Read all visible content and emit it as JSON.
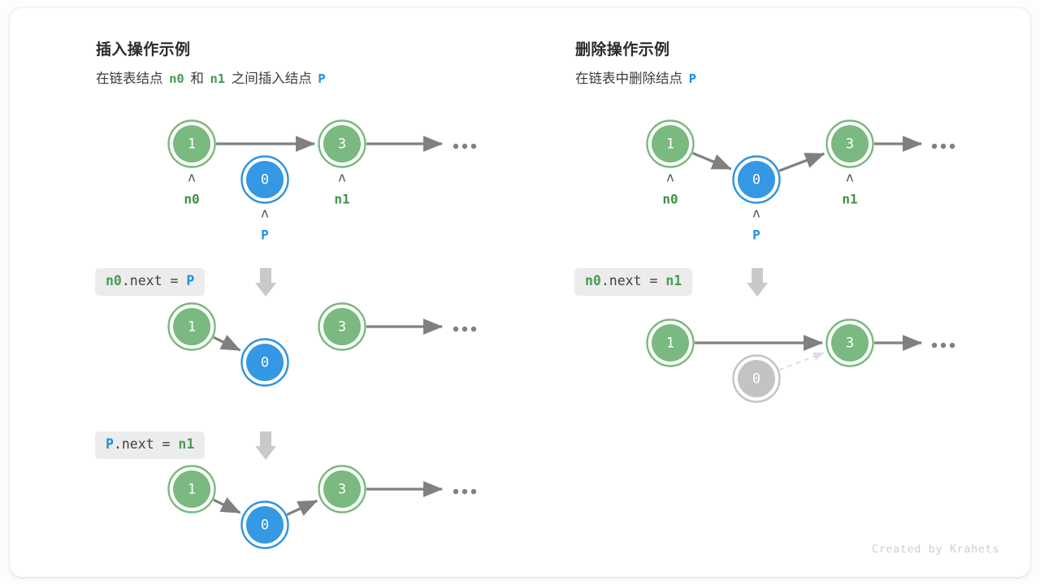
{
  "credit": "Created by Krahets",
  "colors": {
    "green_fill": "#7ab97f",
    "green_ring": "#79b97e",
    "blue_fill": "#3498e4",
    "blue_ring": "#2f93e0",
    "gray_fill": "#c3c3c3",
    "gray_ring": "#c3c3c3",
    "arrow": "#808080",
    "dashed_arrow": "#d9d9d9",
    "big_arrow": "#c9c9c9",
    "label_green": "#3f9048",
    "label_blue": "#1f8fe0",
    "code_bg": "#ececec"
  },
  "panels": [
    {
      "id": "insert",
      "title": "插入操作示例",
      "subtitle": {
        "parts": [
          {
            "text": "在链表结点 ",
            "style": "plain"
          },
          {
            "text": "n0",
            "style": "green"
          },
          {
            "text": " 和 ",
            "style": "plain"
          },
          {
            "text": "n1",
            "style": "green"
          },
          {
            "text": " 之间插入结点 ",
            "style": "plain"
          },
          {
            "text": "P",
            "style": "blue"
          }
        ]
      },
      "steps": [
        {
          "code": null,
          "nodes": [
            {
              "name": "node-1",
              "value": "1",
              "color": "green",
              "pointer": "n0",
              "pointer_color": "green"
            },
            {
              "name": "node-0",
              "value": "0",
              "color": "blue",
              "pointer": "P",
              "pointer_color": "blue"
            },
            {
              "name": "node-3",
              "value": "3",
              "color": "green",
              "pointer": "n1",
              "pointer_color": "green"
            }
          ]
        },
        {
          "code": {
            "parts": [
              {
                "text": "n0",
                "style": "green"
              },
              {
                "text": ".next = ",
                "style": "plain"
              },
              {
                "text": "P",
                "style": "blue"
              }
            ]
          },
          "nodes": [
            {
              "name": "node-1",
              "value": "1",
              "color": "green"
            },
            {
              "name": "node-0",
              "value": "0",
              "color": "blue"
            },
            {
              "name": "node-3",
              "value": "3",
              "color": "green"
            }
          ]
        },
        {
          "code": {
            "parts": [
              {
                "text": "P",
                "style": "blue"
              },
              {
                "text": ".next = ",
                "style": "plain"
              },
              {
                "text": "n1",
                "style": "green"
              }
            ]
          },
          "nodes": [
            {
              "name": "node-1",
              "value": "1",
              "color": "green"
            },
            {
              "name": "node-0",
              "value": "0",
              "color": "blue"
            },
            {
              "name": "node-3",
              "value": "3",
              "color": "green"
            }
          ]
        }
      ]
    },
    {
      "id": "delete",
      "title": "删除操作示例",
      "subtitle": {
        "parts": [
          {
            "text": "在链表中删除结点 ",
            "style": "plain"
          },
          {
            "text": "P",
            "style": "blue"
          }
        ]
      },
      "steps": [
        {
          "code": null,
          "nodes": [
            {
              "name": "node-1",
              "value": "1",
              "color": "green",
              "pointer": "n0",
              "pointer_color": "green"
            },
            {
              "name": "node-0",
              "value": "0",
              "color": "blue",
              "pointer": "P",
              "pointer_color": "blue"
            },
            {
              "name": "node-3",
              "value": "3",
              "color": "green",
              "pointer": "n1",
              "pointer_color": "green"
            }
          ]
        },
        {
          "code": {
            "parts": [
              {
                "text": "n0",
                "style": "green"
              },
              {
                "text": ".next = ",
                "style": "plain"
              },
              {
                "text": "n1",
                "style": "green"
              }
            ]
          },
          "nodes": [
            {
              "name": "node-1",
              "value": "1",
              "color": "green"
            },
            {
              "name": "node-0",
              "value": "0",
              "color": "gray"
            },
            {
              "name": "node-3",
              "value": "3",
              "color": "green"
            }
          ]
        }
      ]
    }
  ],
  "ellipsis": "…"
}
